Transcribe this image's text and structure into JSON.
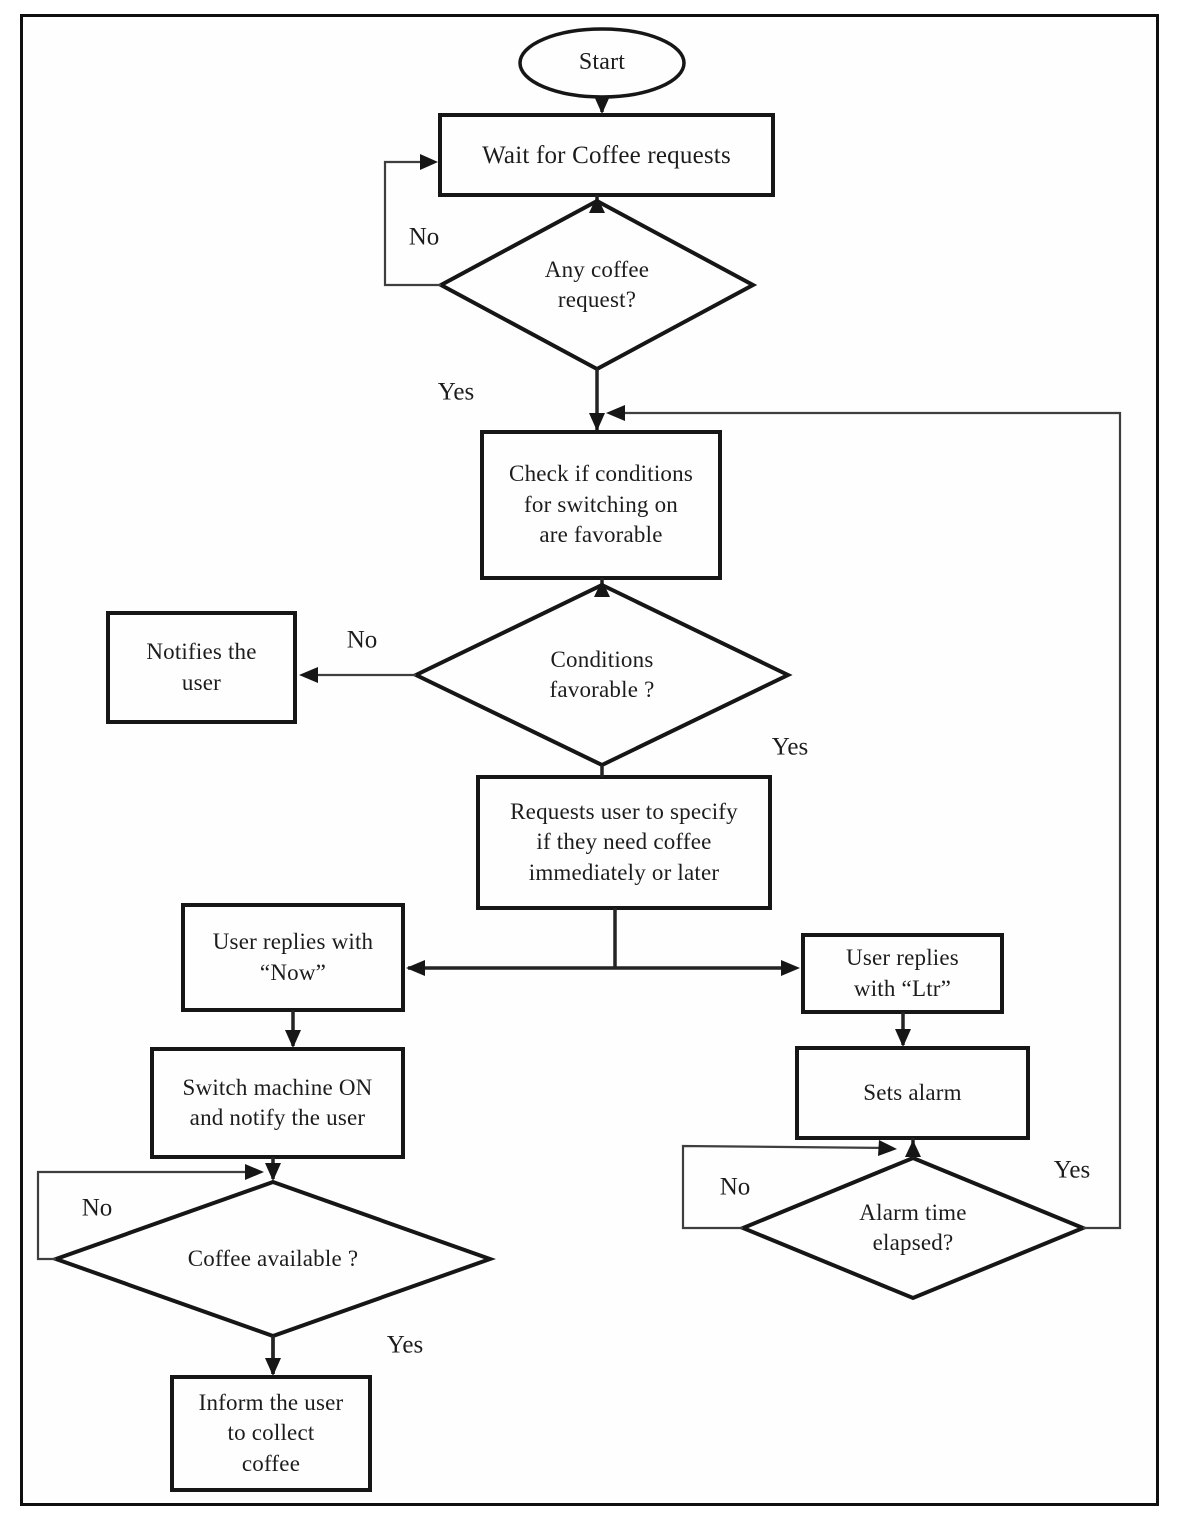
{
  "diagram": {
    "type": "flowchart",
    "description": "Coffee machine request handling flowchart"
  },
  "nodes": {
    "start": {
      "type": "terminator",
      "label": "Start"
    },
    "wait": {
      "type": "process",
      "label": "Wait for Coffee requests"
    },
    "any_request": {
      "type": "decision",
      "label": "Any coffee\nrequest?"
    },
    "check": {
      "type": "process",
      "label": "Check if conditions\nfor switching on\nare favorable"
    },
    "cond_favorable": {
      "type": "decision",
      "label": "Conditions\nfavorable ?"
    },
    "notifies": {
      "type": "process",
      "label": "Notifies the\nuser"
    },
    "requests": {
      "type": "process",
      "label": "Requests user to specify\nif they need coffee\nimmediately or later"
    },
    "now": {
      "type": "process",
      "label": "User replies with\n“Now”"
    },
    "ltr": {
      "type": "process",
      "label": "User replies\nwith “Ltr”"
    },
    "switch_on": {
      "type": "process",
      "label": "Switch machine ON\nand notify the user"
    },
    "sets_alarm": {
      "type": "process",
      "label": "Sets alarm"
    },
    "coffee_avail": {
      "type": "decision",
      "label": "Coffee available ?"
    },
    "alarm_elapsed": {
      "type": "decision",
      "label": "Alarm time\nelapsed?"
    },
    "inform": {
      "type": "process",
      "label": "Inform the user\nto collect\ncoffee"
    }
  },
  "edge_labels": {
    "any_request_no": "No",
    "any_request_yes": "Yes",
    "conditions_no": "No",
    "conditions_yes": "Yes",
    "coffee_no": "No",
    "coffee_yes": "Yes",
    "alarm_no": "No",
    "alarm_yes": "Yes"
  },
  "edges": [
    {
      "from": "start",
      "to": "wait",
      "label": ""
    },
    {
      "from": "wait",
      "to": "any_request",
      "label": ""
    },
    {
      "from": "any_request",
      "to": "wait",
      "label": "No"
    },
    {
      "from": "any_request",
      "to": "check",
      "label": "Yes"
    },
    {
      "from": "check",
      "to": "cond_favorable",
      "label": ""
    },
    {
      "from": "cond_favorable",
      "to": "notifies",
      "label": "No"
    },
    {
      "from": "cond_favorable",
      "to": "requests",
      "label": "Yes"
    },
    {
      "from": "requests",
      "to": "now",
      "label": ""
    },
    {
      "from": "requests",
      "to": "ltr",
      "label": ""
    },
    {
      "from": "now",
      "to": "switch_on",
      "label": ""
    },
    {
      "from": "switch_on",
      "to": "coffee_avail",
      "label": ""
    },
    {
      "from": "coffee_avail",
      "to": "coffee_avail",
      "label": "No"
    },
    {
      "from": "coffee_avail",
      "to": "inform",
      "label": "Yes"
    },
    {
      "from": "ltr",
      "to": "sets_alarm",
      "label": ""
    },
    {
      "from": "sets_alarm",
      "to": "alarm_elapsed",
      "label": ""
    },
    {
      "from": "alarm_elapsed",
      "to": "alarm_elapsed",
      "label": "No"
    },
    {
      "from": "alarm_elapsed",
      "to": "check",
      "label": "Yes"
    }
  ],
  "colors": {
    "shape_stroke": "#161616",
    "connector": "#3e3e3e",
    "text": "#1c1c1c",
    "background": "#ffffff",
    "frame_border": "#0f0f0f"
  }
}
